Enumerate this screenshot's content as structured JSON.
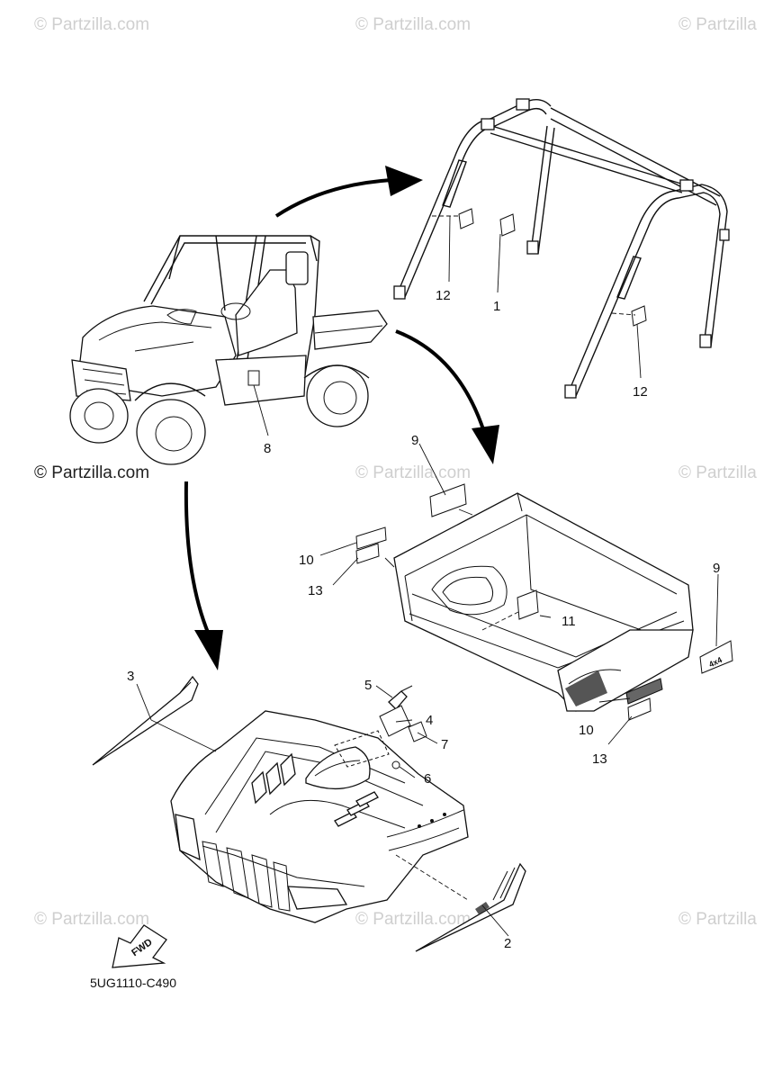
{
  "watermarks": {
    "top_left": "© Partzilla.com",
    "top_center": "© Partzilla.com",
    "top_right": "© Partzilla",
    "mid_left": "© Partzilla.com",
    "mid_center": "© Partzilla.com",
    "mid_right": "© Partzilla",
    "bottom_left": "© Partzilla.com",
    "bottom_center": "© Partzilla.com",
    "bottom_right": "© Partzilla"
  },
  "callouts": {
    "c1": "1",
    "c2": "2",
    "c3": "3",
    "c4": "4",
    "c5": "5",
    "c6": "6",
    "c7": "7",
    "c8": "8",
    "c9_top": "9",
    "c9_side": "9",
    "c10_left": "10",
    "c10_right": "10",
    "c11": "11",
    "c12_left": "12",
    "c12_right": "12",
    "c13_left": "13",
    "c13_right": "13"
  },
  "fwd_label": "FWD",
  "diagram_code": "5UG1110-C490"
}
